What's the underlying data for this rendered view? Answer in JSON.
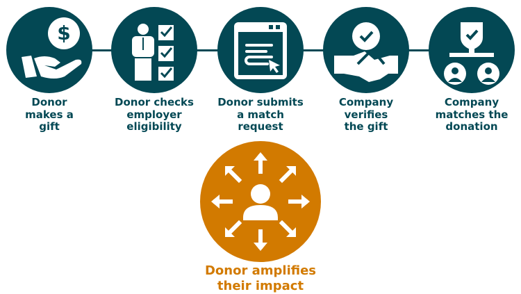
{
  "colors": {
    "primary": "#034854",
    "accent": "#d27a00"
  },
  "steps": [
    {
      "icon": "hand-dollar-icon",
      "lines": [
        "Donor",
        "makes a",
        "gift"
      ]
    },
    {
      "icon": "person-checklist-icon",
      "lines": [
        "Donor checks",
        "employer",
        "eligibility"
      ]
    },
    {
      "icon": "browser-form-cursor-icon",
      "lines": [
        "Donor submits",
        "a match",
        "request"
      ]
    },
    {
      "icon": "handshake-check-icon",
      "lines": [
        "Company",
        "verifies",
        "the gift"
      ]
    },
    {
      "icon": "shield-people-icon",
      "lines": [
        "Company",
        "matches the",
        "donation"
      ]
    }
  ],
  "final": {
    "icon": "person-arrows-icon",
    "lines": [
      "Donor amplifies",
      "their impact"
    ]
  }
}
